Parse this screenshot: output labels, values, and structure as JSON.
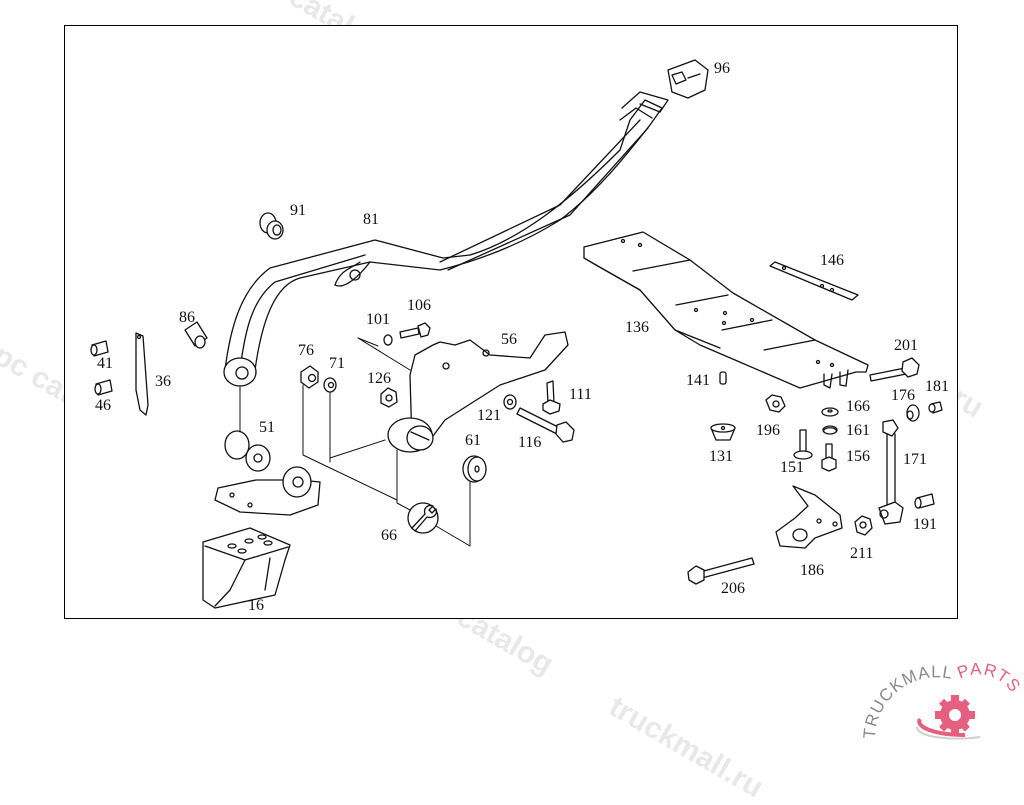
{
  "diagram": {
    "type": "exploded parts diagram",
    "part_labels": [
      "96",
      "91",
      "81",
      "86",
      "41",
      "36",
      "46",
      "76",
      "71",
      "51",
      "16",
      "101",
      "106",
      "56",
      "126",
      "111",
      "121",
      "116",
      "61",
      "66",
      "146",
      "136",
      "201",
      "141",
      "176",
      "181",
      "166",
      "196",
      "161",
      "131",
      "156",
      "171",
      "151",
      "191",
      "211",
      "186",
      "206"
    ]
  },
  "labels": {
    "p96": "96",
    "p91": "91",
    "p81": "81",
    "p86": "86",
    "p41": "41",
    "p36": "36",
    "p46": "46",
    "p76": "76",
    "p71": "71",
    "p51": "51",
    "p16": "16",
    "p101": "101",
    "p106": "106",
    "p56": "56",
    "p126": "126",
    "p111": "111",
    "p121": "121",
    "p116": "116",
    "p61": "61",
    "p66": "66",
    "p146": "146",
    "p136": "136",
    "p201": "201",
    "p141": "141",
    "p176": "176",
    "p181": "181",
    "p166": "166",
    "p196": "196",
    "p161": "161",
    "p131": "131",
    "p156": "156",
    "p171": "171",
    "p151": "151",
    "p191": "191",
    "p211": "211",
    "p186": "186",
    "p206": "206"
  },
  "watermark": {
    "text_a": "truckmall.ru epc catalog",
    "text_b": "epc catalog",
    "text_c": "catalog",
    "text_d": "truckmall.ru"
  },
  "logo": {
    "text_dark": "TRUCKMALL",
    "text_accent": "PARTS",
    "accent_color": "#e5607e",
    "dark_color": "#8a8a8a"
  }
}
